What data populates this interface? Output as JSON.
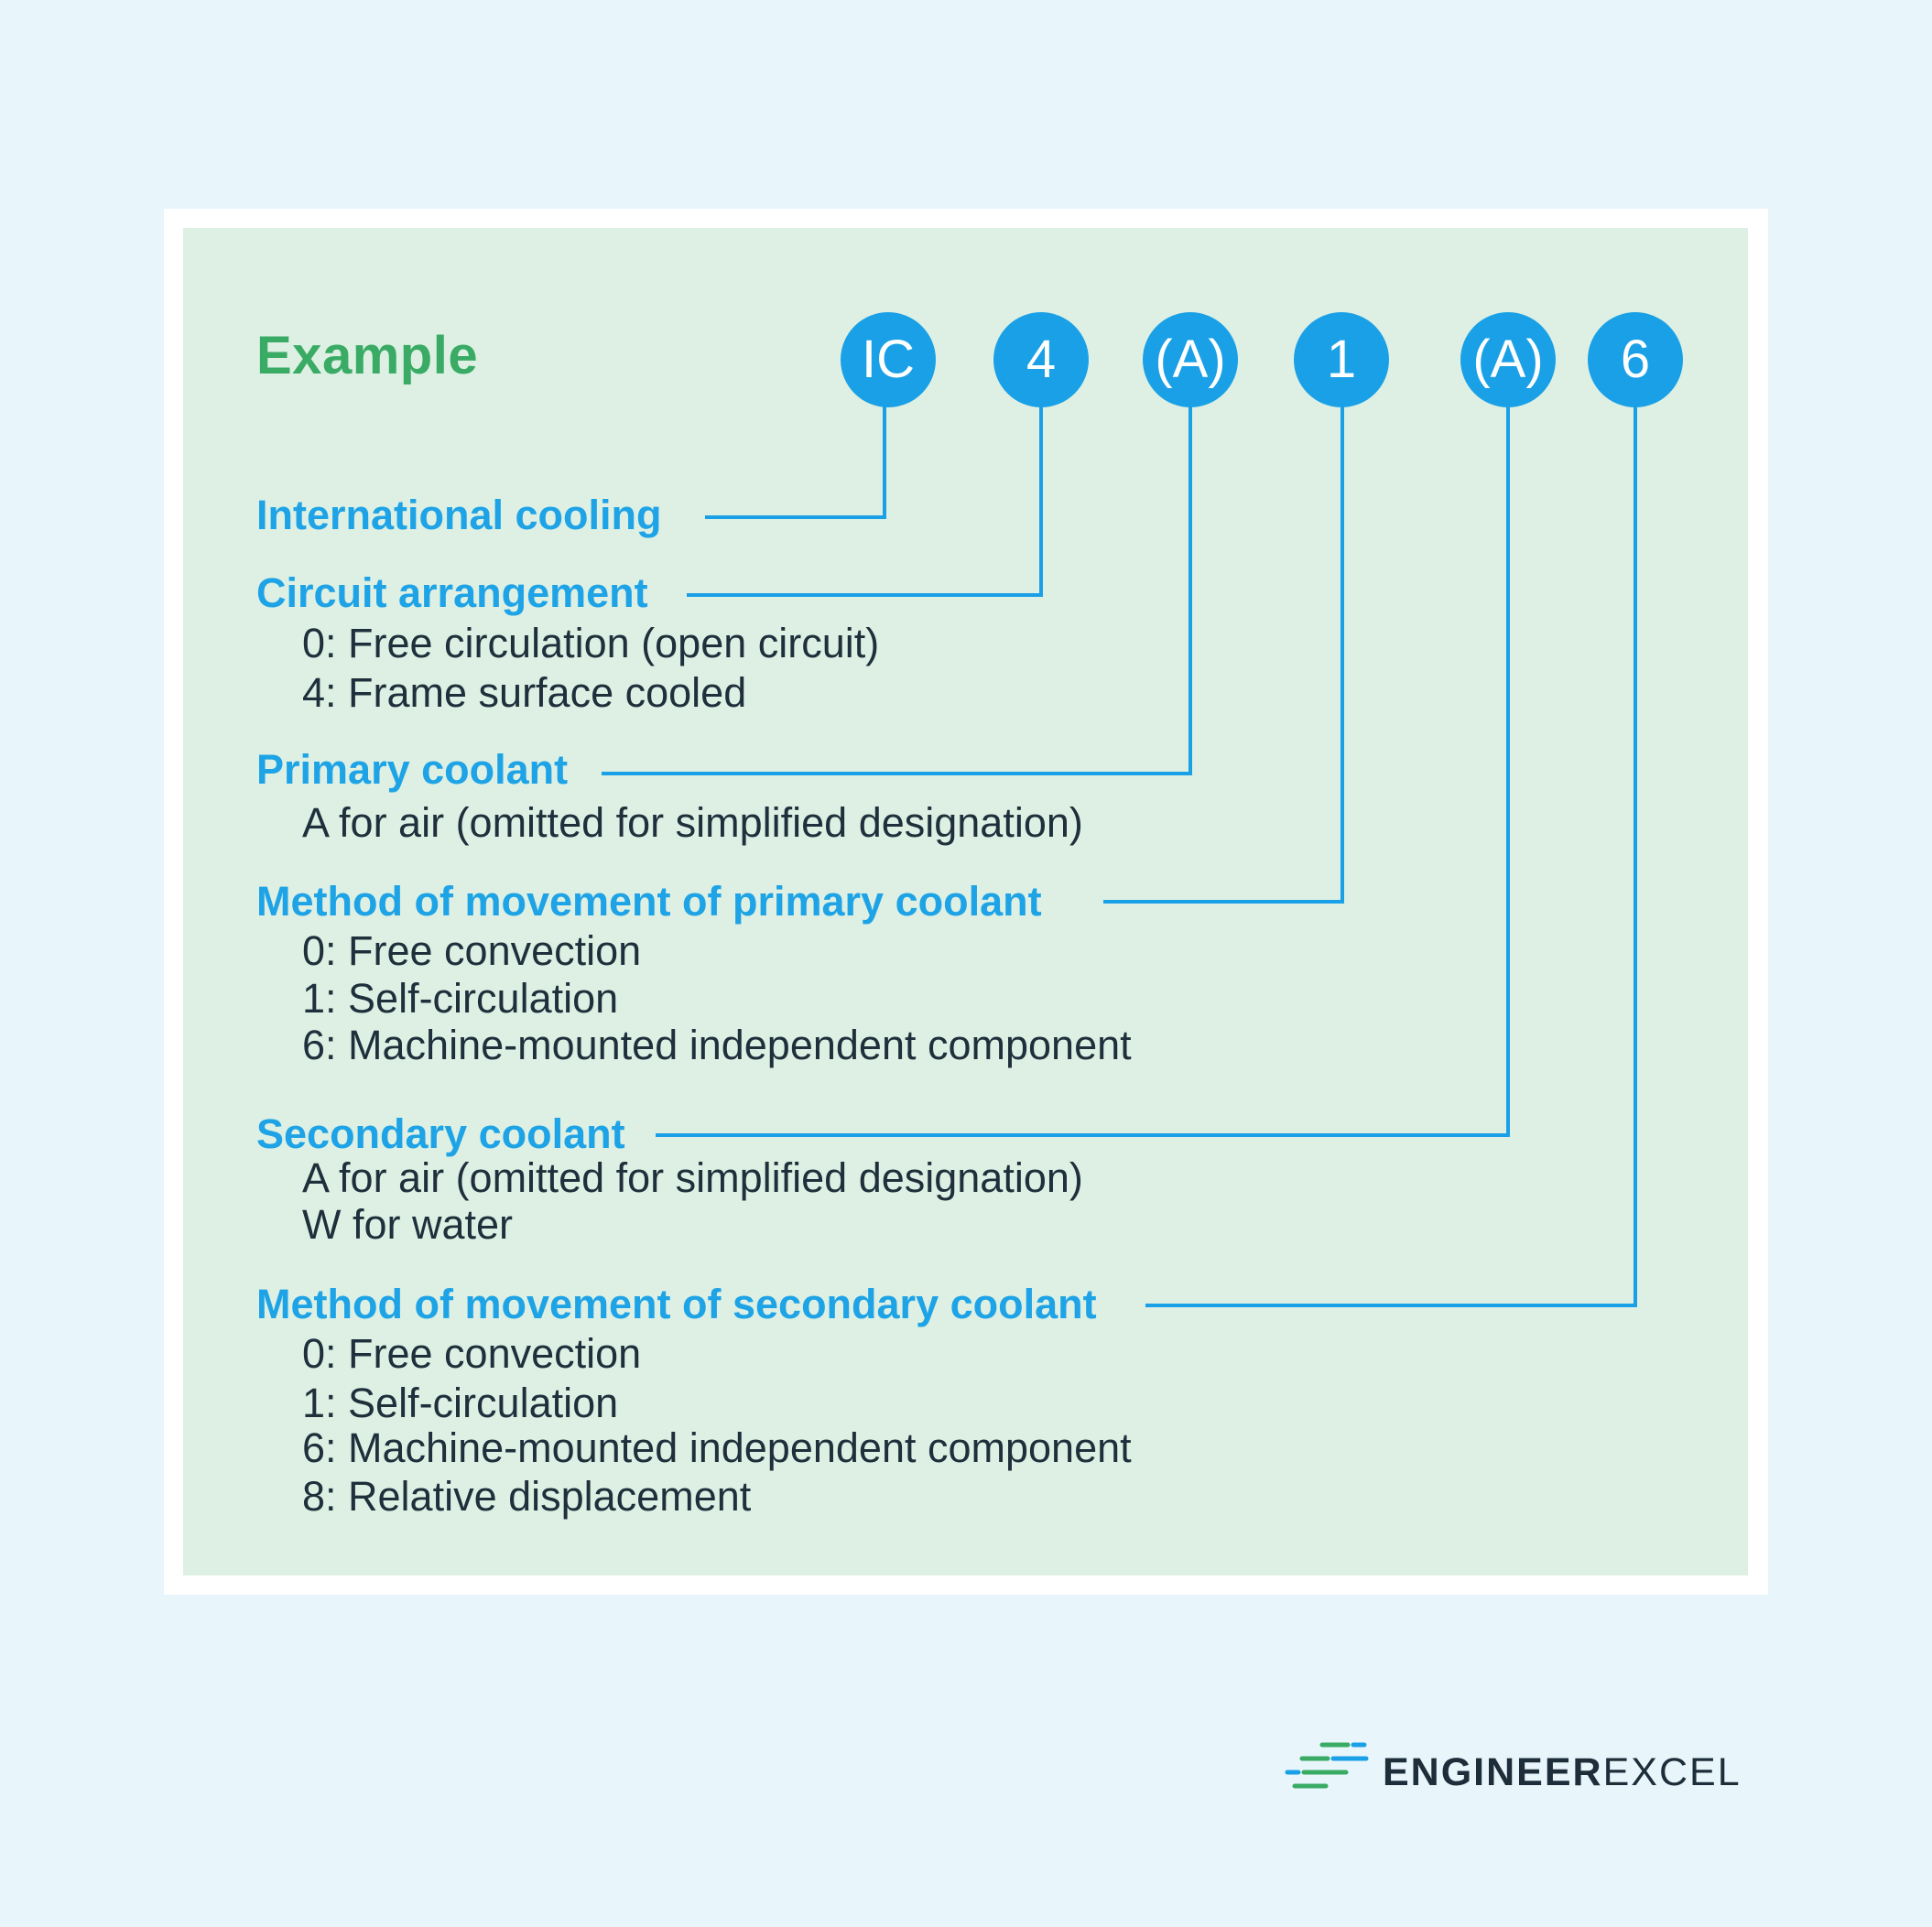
{
  "title": "Example",
  "code": {
    "c0": "IC",
    "c1": "4",
    "c2": "(A)",
    "c3": "1",
    "c4": "(A)",
    "c5": "6"
  },
  "sections": {
    "international": {
      "label": "International cooling"
    },
    "circuit": {
      "label": "Circuit arrangement",
      "items": [
        "0: Free circulation (open circuit)",
        "4: Frame surface cooled"
      ]
    },
    "primary": {
      "label": "Primary coolant",
      "items": [
        "A for air (omitted for simplified designation)"
      ]
    },
    "primary_method": {
      "label": "Method of movement of primary coolant",
      "items": [
        "0: Free convection",
        "1: Self-circulation",
        "6: Machine-mounted independent component"
      ]
    },
    "secondary": {
      "label": "Secondary coolant",
      "items": [
        "A for air (omitted for simplified designation)",
        "W for water"
      ]
    },
    "secondary_method": {
      "label": "Method of movement of secondary coolant",
      "items": [
        "0: Free convection",
        "1: Self-circulation",
        "6: Machine-mounted independent component",
        "8: Relative displacement"
      ]
    }
  },
  "brand": {
    "bold": "ENGINEER",
    "light": "EXCEL"
  },
  "colors": {
    "accent": "#1aa0e6",
    "title": "#3aab65",
    "panel": "#ddf0e3",
    "background": "#e8f6fb",
    "text": "#1f2f3b"
  }
}
